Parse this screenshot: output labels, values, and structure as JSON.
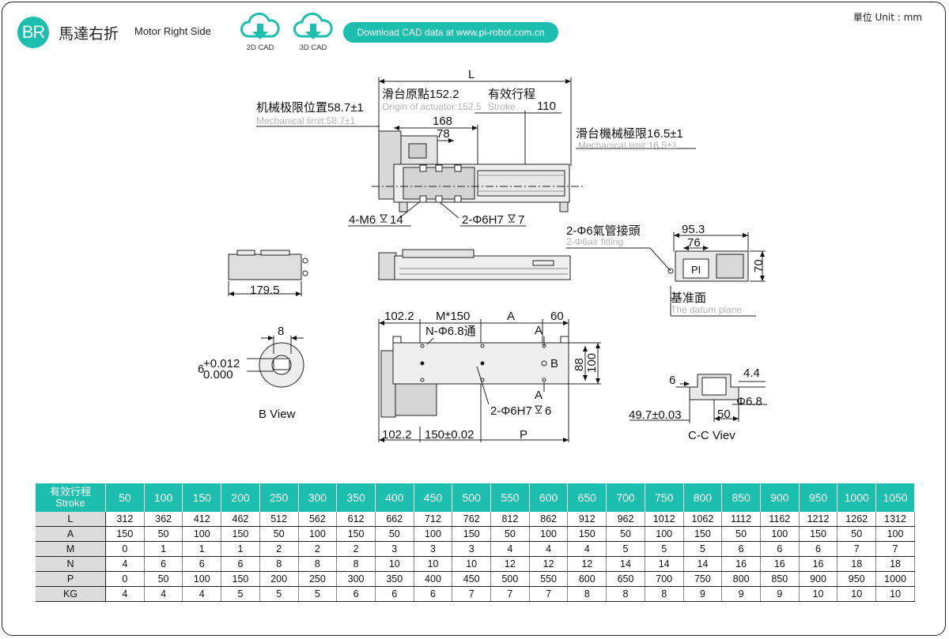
{
  "header": {
    "badge": "BR",
    "title_zh": "馬達右折",
    "title_en": "Motor Right Side",
    "cad_2d_label": "2D CAD",
    "cad_3d_label": "3D CAD",
    "download_label": "Download CAD data at www.pi-robot.com.cn",
    "unit_note": "單位 Unit : mm",
    "accent_color": "#1cbfae"
  },
  "drawing": {
    "dim_L": "L",
    "origin_zh": "滑台原點152.2",
    "origin_en": "Origin of actuator:152.5",
    "stroke_zh": "有效行程",
    "stroke_en": "Stroke",
    "dim_110": "110",
    "mech_limit_zh": "机械极限位置58.7±1",
    "mech_limit_en": "Mechanical limit:58.7±1",
    "dim_168": "168",
    "dim_78": "78",
    "slide_limit_zh": "滑台機械極限16.5±1",
    "slide_limit_en": "Mechanical limit:16.5±1",
    "m6_label": "4-M6",
    "m6_depth": "14",
    "phi6h7_top": "2-Φ6H7",
    "phi6h7_top_depth": "7",
    "air_fitting_zh": "2-Φ6氣管接頭",
    "air_fitting_en": "2-Φ6air fitting",
    "dim_95_3": "95.3",
    "dim_76": "76",
    "dim_70": "70",
    "pi_mark": "PI",
    "datum_zh": "基准面",
    "datum_en": "The datum plane",
    "dim_179_5": "179.5",
    "dim_8": "8",
    "dim_6": "6",
    "tol_upper": "+0.012",
    "tol_lower": "0.000",
    "b_view": "B View",
    "dim_102_2_top": "102.2",
    "dim_m150": "M*150",
    "dim_A": "A",
    "dim_60": "60",
    "n_hole": "N-Φ6.8通",
    "section_A": "A",
    "view_B": "B",
    "dim_88": "88",
    "dim_100": "100",
    "phi6h7_bottom": "2-Φ6H7",
    "phi6h7_bottom_depth": "6",
    "dim_102_2_bottom": "102.2",
    "dim_150": "150±0.02",
    "dim_P": "P",
    "cc_dim_6": "6",
    "cc_dim_4_4": "4.4",
    "cc_phi": "Φ6.8",
    "cc_dim_49_7": "49.7±0.03",
    "cc_dim_50": "50",
    "cc_view": "C-C Viev"
  },
  "table": {
    "head_zh": "有效行程",
    "head_en": "Stroke",
    "strokes": [
      "50",
      "100",
      "150",
      "200",
      "250",
      "300",
      "350",
      "400",
      "450",
      "500",
      "550",
      "600",
      "650",
      "700",
      "750",
      "800",
      "850",
      "900",
      "950",
      "1000",
      "1050"
    ],
    "rows": [
      {
        "label": "L",
        "values": [
          "312",
          "362",
          "412",
          "462",
          "512",
          "562",
          "612",
          "662",
          "712",
          "762",
          "812",
          "862",
          "912",
          "962",
          "1012",
          "1062",
          "1112",
          "1162",
          "1212",
          "1262",
          "1312"
        ]
      },
      {
        "label": "A",
        "values": [
          "150",
          "50",
          "100",
          "150",
          "50",
          "100",
          "150",
          "50",
          "100",
          "150",
          "50",
          "100",
          "150",
          "50",
          "100",
          "150",
          "50",
          "100",
          "150",
          "50",
          "100"
        ]
      },
      {
        "label": "M",
        "values": [
          "0",
          "1",
          "1",
          "1",
          "2",
          "2",
          "2",
          "3",
          "3",
          "3",
          "4",
          "4",
          "4",
          "5",
          "5",
          "5",
          "6",
          "6",
          "6",
          "7",
          "7"
        ]
      },
      {
        "label": "N",
        "values": [
          "4",
          "6",
          "6",
          "6",
          "8",
          "8",
          "8",
          "10",
          "10",
          "10",
          "12",
          "12",
          "12",
          "14",
          "14",
          "14",
          "16",
          "16",
          "16",
          "18",
          "18"
        ]
      },
      {
        "label": "P",
        "values": [
          "0",
          "50",
          "100",
          "150",
          "200",
          "250",
          "300",
          "350",
          "400",
          "450",
          "500",
          "550",
          "600",
          "650",
          "700",
          "750",
          "800",
          "850",
          "900",
          "950",
          "1000"
        ]
      },
      {
        "label": "KG",
        "values": [
          "4",
          "4",
          "4",
          "5",
          "5",
          "5",
          "6",
          "6",
          "6",
          "7",
          "7",
          "7",
          "8",
          "8",
          "8",
          "9",
          "9",
          "9",
          "10",
          "10",
          "10"
        ]
      }
    ]
  }
}
